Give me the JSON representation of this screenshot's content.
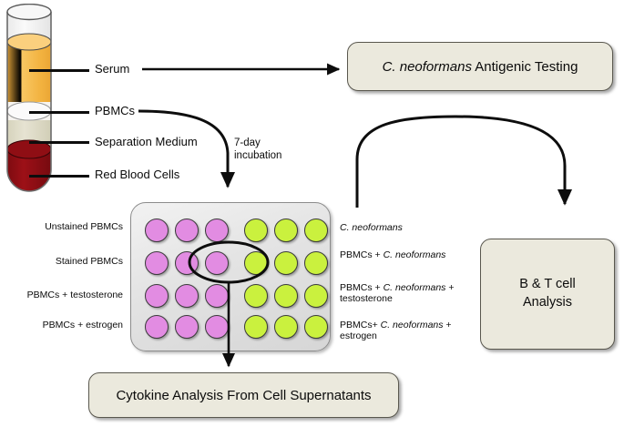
{
  "tube": {
    "name": "blood-separation-tube",
    "layers": [
      {
        "id": "plasma-air",
        "color": "#f2f2f2"
      },
      {
        "id": "serum",
        "color": "#f5b642"
      },
      {
        "id": "pbmc-band",
        "color": "#f7f4f0"
      },
      {
        "id": "separation-medium",
        "color": "#dedbc6"
      },
      {
        "id": "red-blood-cells",
        "color": "#8c0d12"
      }
    ]
  },
  "tube_labels": [
    {
      "id": "serum",
      "text": "Serum"
    },
    {
      "id": "pbmcs",
      "text": "PBMCs"
    },
    {
      "id": "separation-medium",
      "text": "Separation Medium"
    },
    {
      "id": "red-blood-cells",
      "text": "Red Blood Cells"
    }
  ],
  "incubation": {
    "line1": "7-day",
    "line2": "incubation"
  },
  "boxes": {
    "antigenic_testing": {
      "italic": "C. neoformans",
      "rest": " Antigenic Testing"
    },
    "bt_cell_analysis": {
      "line1": "B & T cell",
      "line2": "Analysis"
    },
    "cytokine_analysis": {
      "text": "Cytokine Analysis From Cell Supernatants"
    }
  },
  "plate": {
    "rows": 4,
    "columns": 6,
    "well_colors": {
      "pink": "#e28ce2",
      "green": "#caf13e"
    },
    "row_labels_left": [
      "Unstained PBMCs",
      "Stained PBMCs",
      "PBMCs + testosterone",
      "PBMCs + estrogen"
    ],
    "row_labels_right": [
      {
        "pre": "",
        "italic": "C. neoformans",
        "post": ""
      },
      {
        "pre": "PBMCs + ",
        "italic": "C. neoformans",
        "post": ""
      },
      {
        "pre": "PBMCs + ",
        "italic": "C. neoformans",
        "post": " + testosterone"
      },
      {
        "pre": "PBMCs+ ",
        "italic": "C. neoformans",
        "post": " + estrogen"
      }
    ]
  },
  "colors": {
    "box_fill": "#ebe9dd",
    "box_border": "#59574e",
    "plate_border": "#8c8c8c",
    "arrow": "#0d0d0d"
  }
}
